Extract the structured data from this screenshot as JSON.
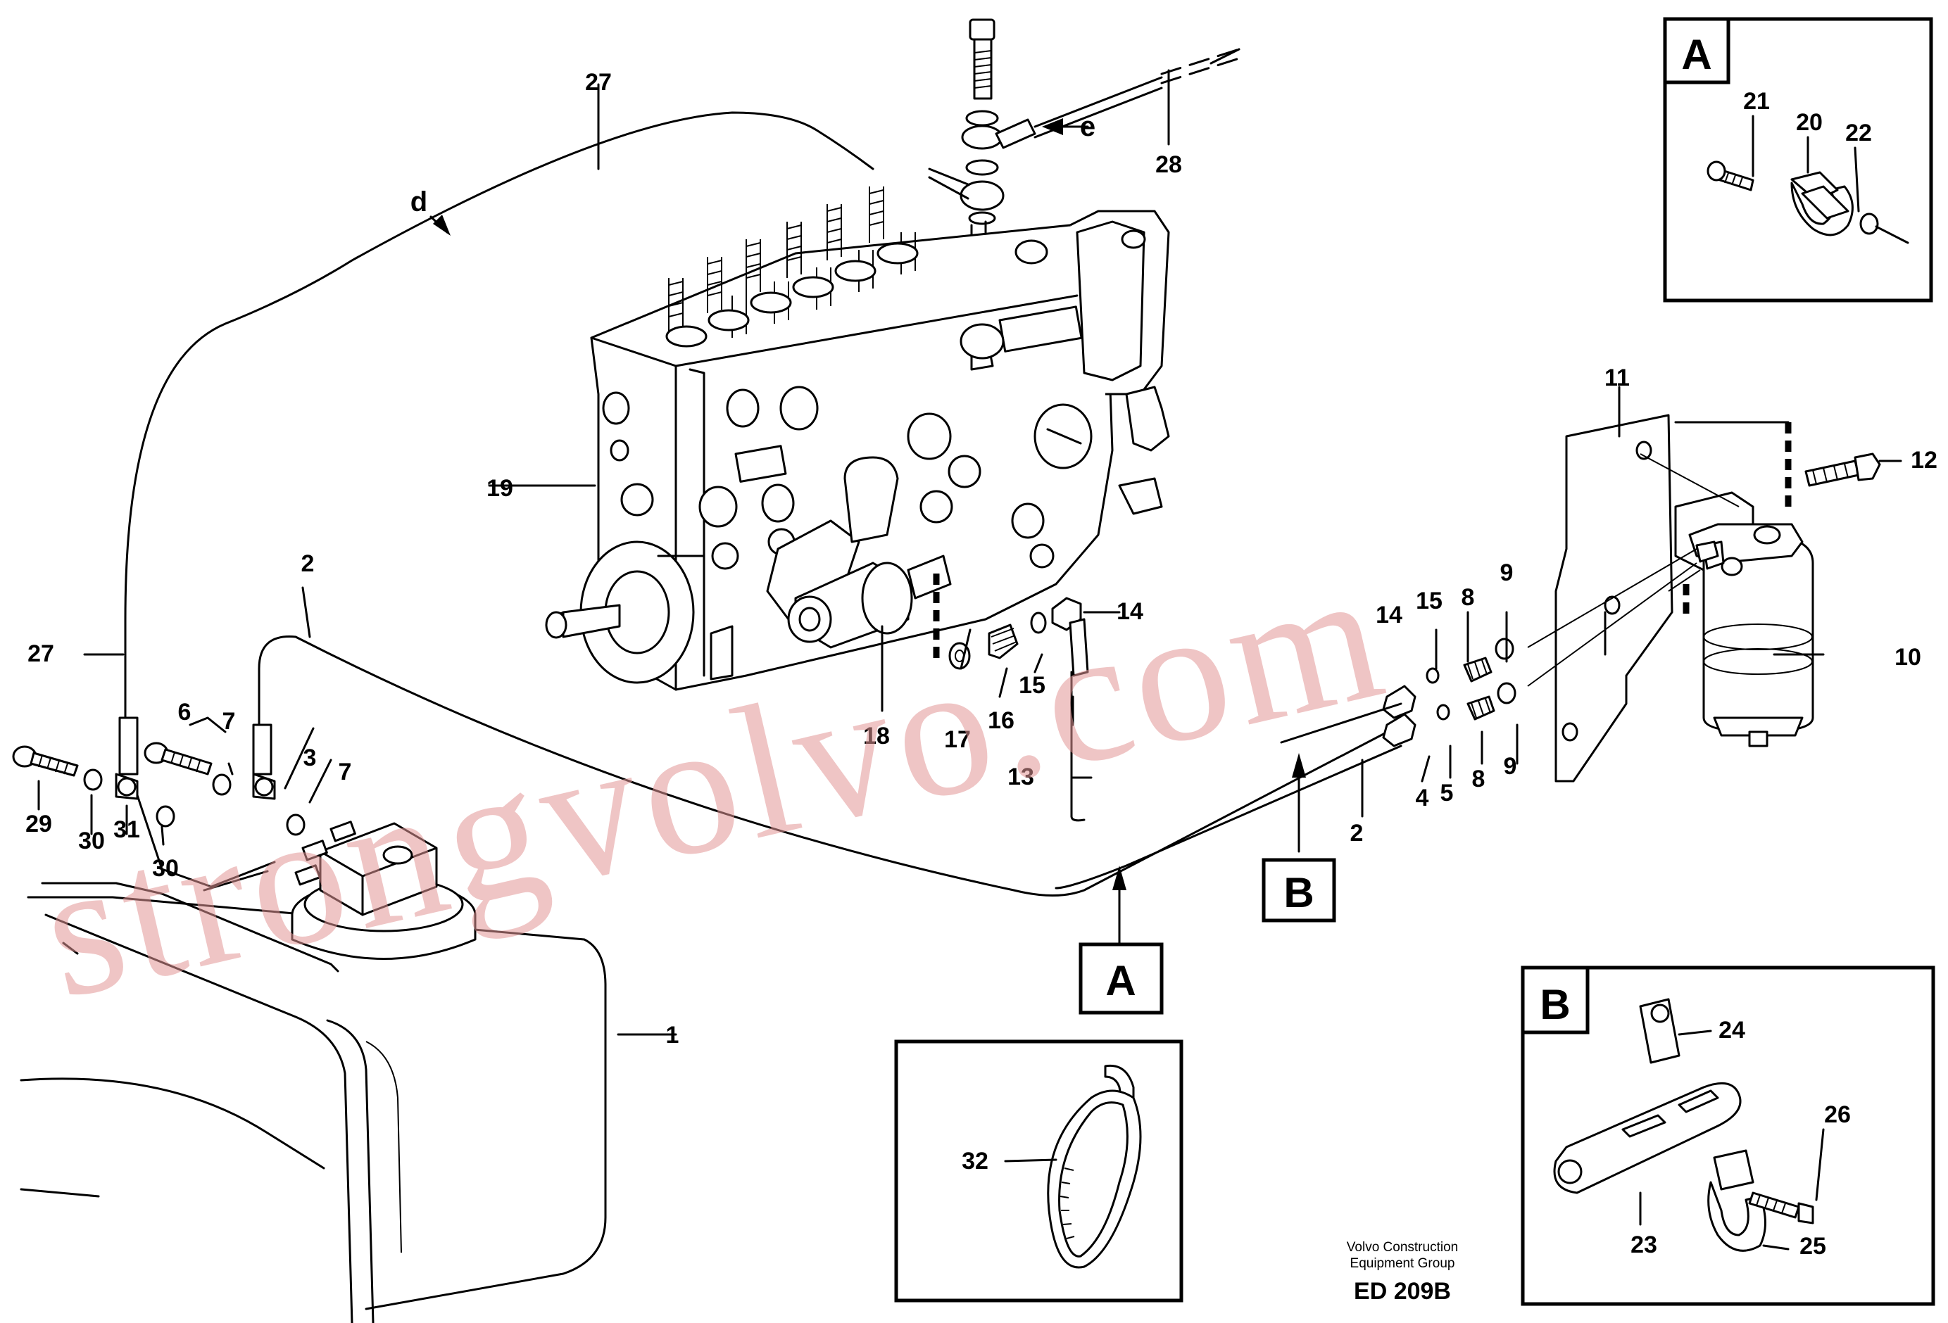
{
  "watermark": "strongvolvo.com",
  "caption": {
    "company_line1": "Volvo Construction",
    "company_line2": "Equipment Group",
    "code": "ED 209B"
  },
  "callouts": {
    "d": "d",
    "e": "e"
  },
  "section_refs": {
    "a": "A",
    "b": "B"
  },
  "insets": {
    "a": {
      "letter": "A",
      "labels": [
        "21",
        "20",
        "22"
      ]
    },
    "b": {
      "letter": "B",
      "labels": [
        "24",
        "26",
        "23",
        "25"
      ]
    },
    "c": {
      "labels": [
        "32"
      ]
    }
  },
  "part_labels": {
    "p1": "1",
    "p2a": "2",
    "p2b": "2",
    "p3": "3",
    "p4": "4",
    "p5": "5",
    "p6": "6",
    "p7a": "7",
    "p7b": "7",
    "p8a": "8",
    "p8b": "8",
    "p9a": "9",
    "p9b": "9",
    "p10": "10",
    "p11": "11",
    "p12": "12",
    "p13": "13",
    "p14a": "14",
    "p14b": "14",
    "p15a": "15",
    "p15b": "15",
    "p16": "16",
    "p17": "17",
    "p18": "18",
    "p19": "19",
    "p27a": "27",
    "p27b": "27",
    "p28": "28",
    "p29": "29",
    "p30a": "30",
    "p30b": "30",
    "p31": "31"
  }
}
